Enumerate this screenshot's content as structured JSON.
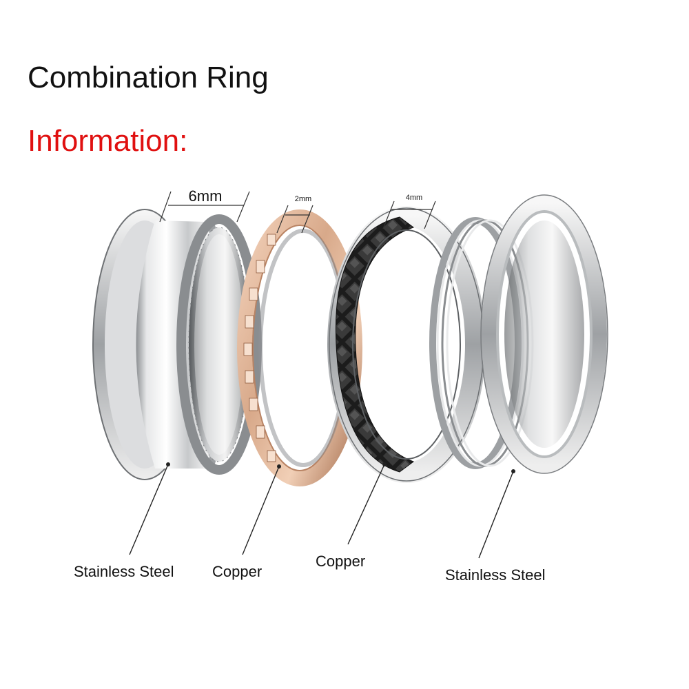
{
  "title": "Combination Ring",
  "subtitle": "Information:",
  "colors": {
    "subtitle": "#e01010",
    "steel_light": "#f4f4f4",
    "steel_mid": "#b9bcbe",
    "steel_dark": "#5d6063",
    "rose_gold": "#d8a98a",
    "rose_gold_dark": "#a56d4d",
    "black_band": "#1c1c1c"
  },
  "dimensions": {
    "outer_ring_width": "6mm",
    "copper_band_width": "2mm",
    "patterned_band_width": "4mm"
  },
  "materials": {
    "ring1": "Stainless Steel",
    "ring2": "Copper",
    "ring3": "Copper",
    "ring4": "Stainless Steel"
  },
  "icons": {
    "ring1": "wide-steel-ring-icon",
    "ring2": "notched-rose-gold-band-icon",
    "ring3": "diamond-pattern-band-icon",
    "ring4": "threaded-steel-inner-ring-icon"
  }
}
